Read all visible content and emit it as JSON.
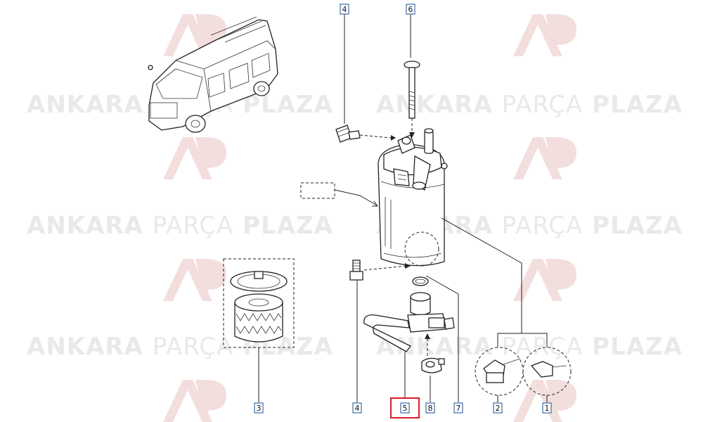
{
  "watermark": {
    "brand_bold_1": "ANKARA",
    "brand_light": "PARÇA",
    "brand_bold_2": "PLAZA",
    "logo_color": "#f3dede",
    "text_color": "#e9e9e9"
  },
  "callouts": [
    {
      "id": "top-4",
      "number": "4"
    },
    {
      "id": "top-6",
      "number": "6"
    },
    {
      "id": "bottom-3",
      "number": "3"
    },
    {
      "id": "bottom-4",
      "number": "4"
    },
    {
      "id": "bottom-5",
      "number": "5",
      "highlighted": true
    },
    {
      "id": "bottom-8",
      "number": "8"
    },
    {
      "id": "bottom-7",
      "number": "7"
    },
    {
      "id": "bottom-2",
      "number": "2"
    },
    {
      "id": "bottom-1",
      "number": "1"
    }
  ],
  "colors": {
    "callout_border": "#3b6ea8",
    "highlight": "#d81f26",
    "line": "#222222"
  }
}
